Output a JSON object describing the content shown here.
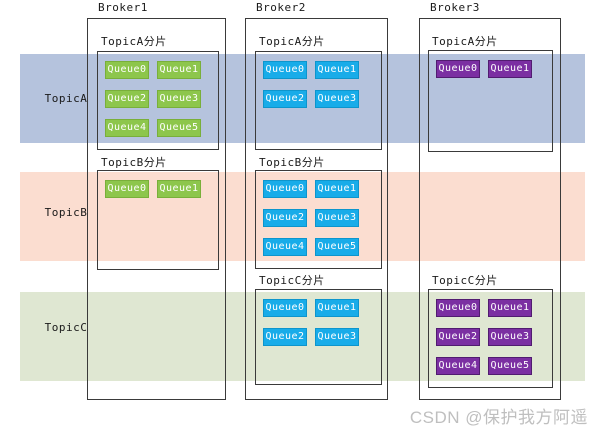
{
  "watermark": {
    "text": "CSDN @保护我方阿遥",
    "color": "#bfbfbf"
  },
  "topics": [
    {
      "label": "TopicA",
      "band_color": "#b5c3dd"
    },
    {
      "label": "TopicB",
      "band_color": "#fbddd0"
    },
    {
      "label": "TopicC",
      "band_color": "#dfe7d2"
    }
  ],
  "queue_colors": {
    "green": {
      "bg": "#8dc64c",
      "border": "#79af3a"
    },
    "blue": {
      "bg": "#18ace9",
      "border": "#0d95cc"
    },
    "purple": {
      "bg": "#7b2fa2",
      "border": "#511c70"
    }
  },
  "line_color": "#3a3a3a",
  "brokers": [
    {
      "label": "Broker1",
      "shards": [
        {
          "title": "TopicA分片",
          "topic": "TopicA",
          "color": "green",
          "queues": [
            "Queue0",
            "Queue1",
            "Queue2",
            "Queue3",
            "Queue4",
            "Queue5"
          ]
        },
        {
          "title": "TopicB分片",
          "topic": "TopicB",
          "color": "green",
          "queues": [
            "Queue0",
            "Queue1"
          ]
        }
      ]
    },
    {
      "label": "Broker2",
      "shards": [
        {
          "title": "TopicA分片",
          "topic": "TopicA",
          "color": "blue",
          "queues": [
            "Queue0",
            "Queue1",
            "Queue2",
            "Queue3"
          ]
        },
        {
          "title": "TopicB分片",
          "topic": "TopicB",
          "color": "blue",
          "queues": [
            "Queue0",
            "Queue1",
            "Queue2",
            "Queue3",
            "Queue4",
            "Queue5"
          ]
        },
        {
          "title": "TopicC分片",
          "topic": "TopicC",
          "color": "blue",
          "queues": [
            "Queue0",
            "Queue1",
            "Queue2",
            "Queue3"
          ]
        }
      ]
    },
    {
      "label": "Broker3",
      "shards": [
        {
          "title": "TopicA分片",
          "topic": "TopicA",
          "color": "purple",
          "queues": [
            "Queue0",
            "Queue1"
          ]
        },
        {
          "title": "TopicC分片",
          "topic": "TopicC",
          "color": "purple",
          "queues": [
            "Queue0",
            "Queue1",
            "Queue2",
            "Queue3",
            "Queue4",
            "Queue5"
          ]
        }
      ]
    }
  ]
}
